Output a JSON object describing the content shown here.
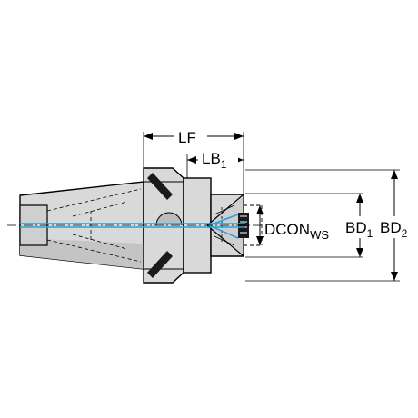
{
  "labels": {
    "lf": "LF",
    "lb_main": "LB",
    "lb_sub": "1",
    "dcon_main": "DCON",
    "dcon_sub": "WS",
    "bd1_main": "BD",
    "bd1_sub": "1",
    "bd2_main": "BD",
    "bd2_sub": "2"
  },
  "colors": {
    "body": "#d9d9d9",
    "shade": "#b8b8b8",
    "outline": "#000000",
    "coolant": "#29a3d6",
    "dims": "#000000"
  }
}
